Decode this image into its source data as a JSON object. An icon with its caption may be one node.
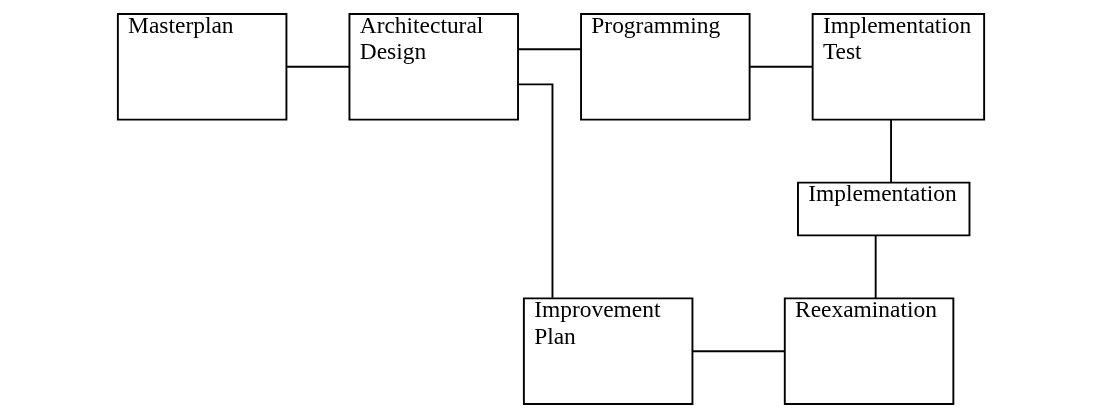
{
  "diagram": {
    "nodes": [
      {
        "text": [
          "Masterplan"
        ]
      },
      {
        "text": [
          "Architectural Design"
        ]
      },
      {
        "text": [
          "Programming"
        ]
      },
      {
        "text": [
          "Implementation Test"
        ]
      },
      {
        "text": [
          "Implementation"
        ]
      },
      {
        "text": [
          "Improvement Plan"
        ]
      },
      {
        "text": [
          "Reexamination"
        ]
      }
    ],
    "edges": [
      {
        "from": 0,
        "to": 1,
        "arrow": "none"
      },
      {
        "from": 1,
        "to": 2,
        "arrow": "none"
      },
      {
        "from": 2,
        "to": 3,
        "arrow": "none"
      },
      {
        "from": 3,
        "to": 4,
        "arrow": "none"
      },
      {
        "from": 4,
        "to": 6,
        "arrow": "none"
      },
      {
        "from": 5,
        "to": 6,
        "arrow": "none"
      },
      {
        "from": 1,
        "to": 5,
        "arrow": "none"
      }
    ]
  }
}
